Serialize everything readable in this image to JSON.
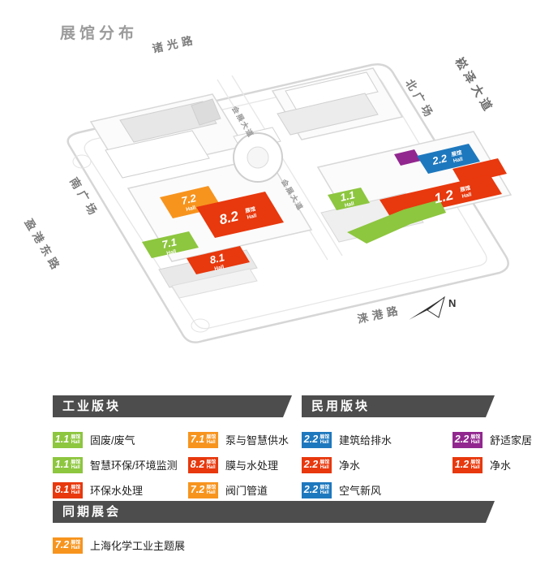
{
  "page": {
    "title": "展馆分布"
  },
  "labels": {
    "hall_cn": "展馆",
    "hall_en": "Hall"
  },
  "colors": {
    "green": "#8DC63F",
    "orange": "#F7941E",
    "red": "#E8380D",
    "blue": "#1E78BE",
    "purple": "#92278F",
    "header_bar": "#4D4D4D",
    "title_gray": "#9B9B9B",
    "map_line_gray": "#D6D6D6"
  },
  "map": {
    "roads": {
      "zhuguang": "诸光路",
      "songze": "崧泽大道",
      "north_plaza": "北广场",
      "south_plaza": "南广场",
      "yinggang": "盈港东路",
      "laigang": "涞港路",
      "expo_ave_1": "会展大道",
      "expo_ave_2": "会展大道"
    },
    "compass": "N",
    "halls": [
      {
        "num": "7.2",
        "color": "orange"
      },
      {
        "num": "8.2",
        "color": "red"
      },
      {
        "num": "7.1",
        "color": "green"
      },
      {
        "num": "8.1",
        "color": "red"
      },
      {
        "num": "1.1",
        "color": "green"
      },
      {
        "num": "2.2",
        "color": "blue"
      },
      {
        "num": "1.2",
        "color": "red"
      }
    ]
  },
  "legend": {
    "sections": [
      {
        "title": "工业版块",
        "items": [
          {
            "hall": "1.1",
            "color": "green",
            "text": "固废/废气"
          },
          {
            "hall": "1.1",
            "color": "green",
            "text": "智慧环保/环境监测"
          },
          {
            "hall": "8.1",
            "color": "red",
            "text": "环保水处理"
          },
          {
            "hall": "7.1",
            "color": "orange",
            "text": "泵与智慧供水"
          },
          {
            "hall": "8.2",
            "color": "red",
            "text": "膜与水处理"
          },
          {
            "hall": "7.2",
            "color": "orange",
            "text": "阀门管道"
          }
        ]
      },
      {
        "title": "民用版块",
        "items": [
          {
            "hall": "2.2",
            "color": "blue",
            "text": "建筑给排水"
          },
          {
            "hall": "2.2",
            "color": "red",
            "text": "净水"
          },
          {
            "hall": "2.2",
            "color": "blue",
            "text": "空气新风"
          },
          {
            "hall": "2.2",
            "color": "purple",
            "text": "舒适家居"
          },
          {
            "hall": "1.2",
            "color": "red",
            "text": "净水"
          }
        ]
      },
      {
        "title": "同期展会",
        "items": [
          {
            "hall": "7.2",
            "color": "orange",
            "text": "上海化学工业主题展"
          }
        ]
      }
    ]
  }
}
